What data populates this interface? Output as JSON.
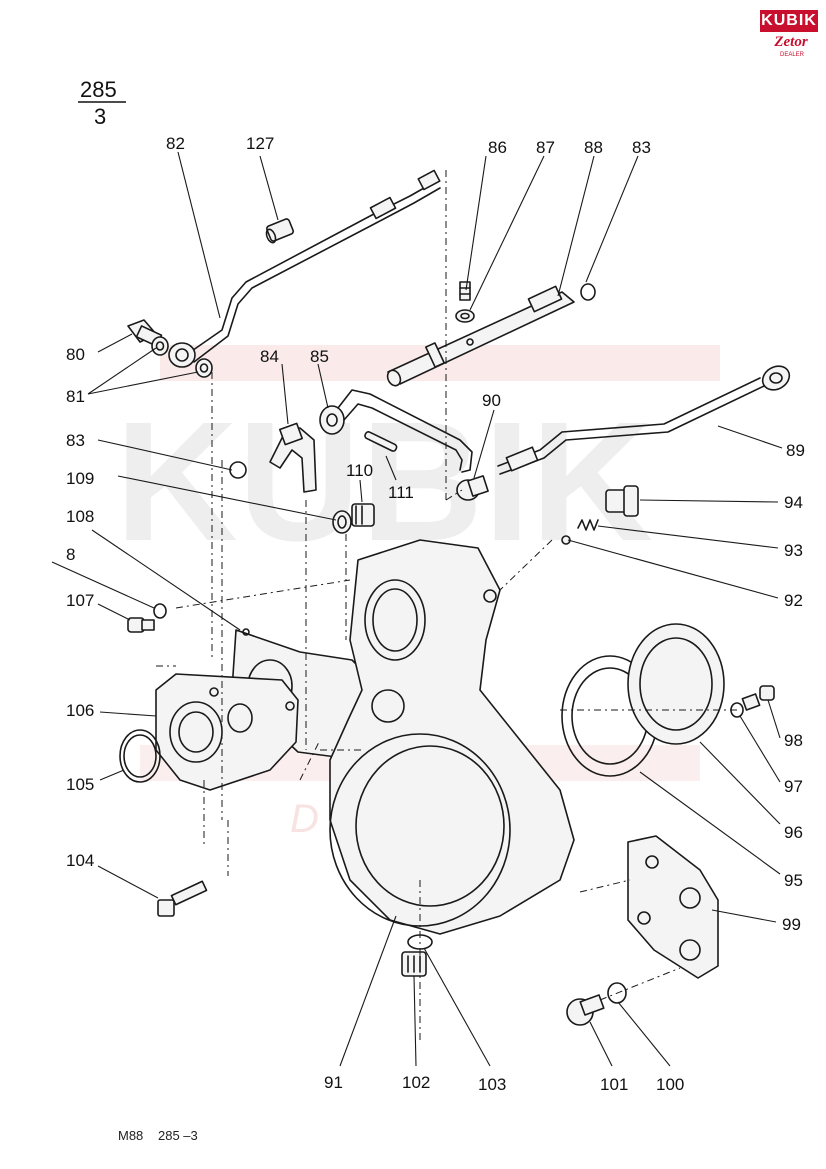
{
  "page_code": {
    "numerator": "285",
    "denominator": "3"
  },
  "footer": {
    "code": "M88",
    "page": "285 –3"
  },
  "logo": {
    "brand": "KUBIK",
    "sub": "Zetor",
    "tag": "DEALER",
    "color": "#c8102e"
  },
  "watermark": {
    "text": "KUBIK",
    "sub": "DEALER"
  },
  "callouts": {
    "c82": "82",
    "c127": "127",
    "c86": "86",
    "c87": "87",
    "c88": "88",
    "c83a": "83",
    "c80": "80",
    "c81": "81",
    "c84": "84",
    "c85": "85",
    "c90": "90",
    "c89": "89",
    "c83b": "83",
    "c109": "109",
    "c110": "110",
    "c111": "111",
    "c94": "94",
    "c93": "93",
    "c92": "92",
    "c108": "108",
    "c8": "8",
    "c107": "107",
    "c106": "106",
    "c105": "105",
    "c98": "98",
    "c97": "97",
    "c96": "96",
    "c95": "95",
    "c104": "104",
    "c99": "99",
    "c91": "91",
    "c102": "102",
    "c103": "103",
    "c101": "101",
    "c100": "100"
  }
}
